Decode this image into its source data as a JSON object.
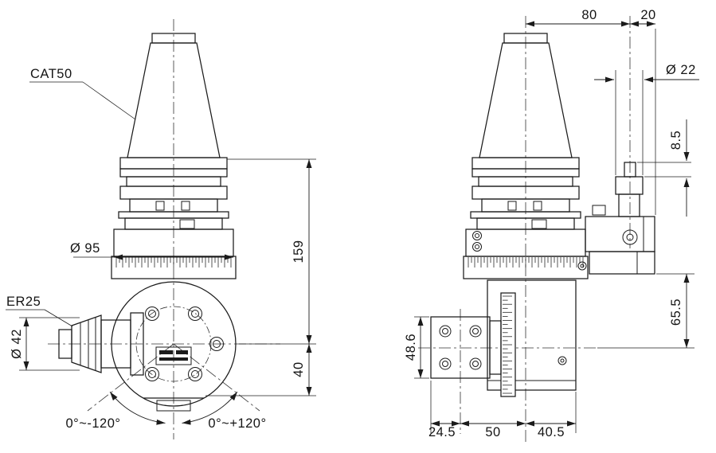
{
  "front_view": {
    "taper_label": "CAT50",
    "collet_label": "ER25",
    "dims": {
      "body_diameter": "Ø 95",
      "collet_diameter": "Ø 42",
      "gauge_to_axis": "159",
      "axis_to_nose": "40",
      "swivel_negative": "0°~-120°",
      "swivel_positive": "0°~+120°"
    }
  },
  "side_view": {
    "dims": {
      "axis_to_pin": "80",
      "pin_to_edge": "20",
      "pin_diameter": "Ø 22",
      "pin_step_height": "8.5",
      "body_to_axis": "65.5",
      "flange_height": "48.6",
      "face_to_center": "24.5",
      "center_to_axis": "50",
      "axis_to_back": "40.5"
    }
  },
  "style": {
    "line_color": "#1b1b1b",
    "background": "#ffffff"
  }
}
